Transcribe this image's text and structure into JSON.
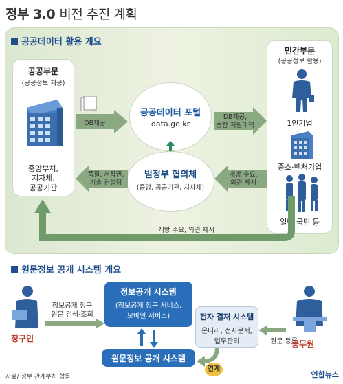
{
  "title": {
    "bold": "정부 3.0",
    "rest": "비전 추진 계획"
  },
  "section1": {
    "heading": "공공데이터 활용 개요",
    "public": {
      "title": "공공부문",
      "subtitle": "(공공정보 제공)",
      "orgs": [
        "중앙부처,",
        "지자체,",
        "공공기관"
      ]
    },
    "portal": {
      "title": "공공데이터 포털",
      "url": "data.go.kr"
    },
    "council": {
      "title": "범정부 협의체",
      "members": "(중앙, 공공기관, 지자체)"
    },
    "private": {
      "title": "민간부문",
      "subtitle": "(공공정보 활용)",
      "groups": [
        "1인기업",
        "중소·벤처기업",
        "일반 국민 등"
      ]
    },
    "arrows": {
      "db_provide": "DB제공",
      "db_support": [
        "DB제공,",
        "종합 지원대책"
      ],
      "quality": [
        "품질, 저작권,",
        "기술 컨설팅"
      ],
      "demand": [
        "개방 수요,",
        "의견 제시"
      ],
      "bottom": "개방 수요, 의견 제시"
    }
  },
  "section2": {
    "heading": "원문정보 공개 시스템 개요",
    "requester": "청구인",
    "request_label": [
      "정보공개 청구",
      "원문 검색·조회"
    ],
    "disclosure": {
      "title": "정보공개 시스템",
      "detail": [
        "(정보공개 청구 서비스,",
        "모바일 서비스)"
      ]
    },
    "original": {
      "title": "원문정보 공개 시스템"
    },
    "approval": {
      "title": "전자 결재 시스템",
      "detail": [
        "온나라, 전자문서,",
        "업무관리"
      ]
    },
    "official": "공무원",
    "register": "원문 등록",
    "link": "연계"
  },
  "footer": {
    "source": "자료/ 정부 관계부처 합동",
    "agency": "연합뉴스"
  },
  "colors": {
    "accent": "#1f4e8c",
    "panel": "#dbe8d0",
    "arrow": "#8aa882",
    "sys": "#2a6db8"
  }
}
